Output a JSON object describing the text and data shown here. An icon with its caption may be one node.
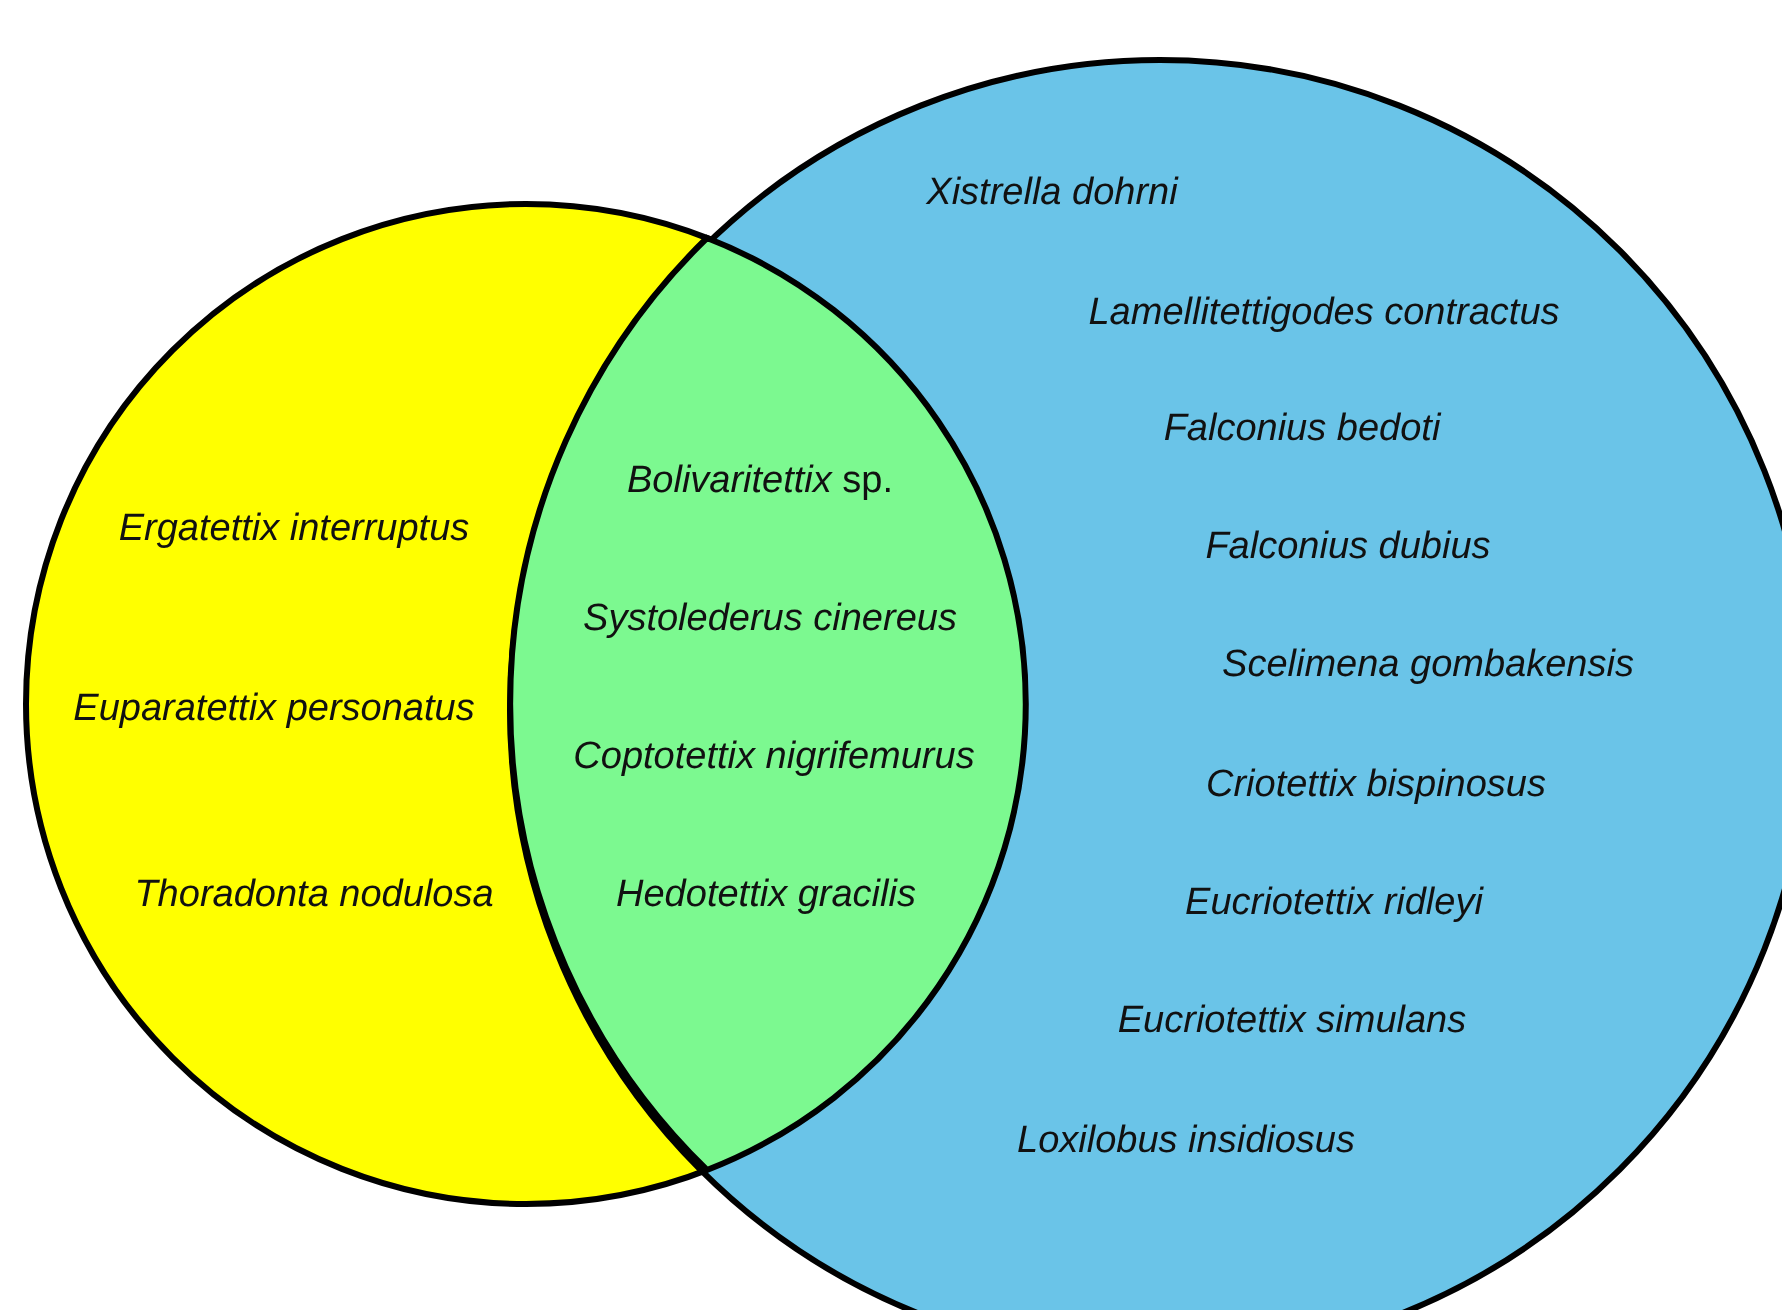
{
  "diagram": {
    "nodes": [
      {
        "text": [
          "Ergatettix interruptus",
          "Euparatettix personatus",
          "Thoradonta nodulosa"
        ]
      },
      {
        "text": [
          "Xistrella dohrni",
          "Lamellitettigodes contractus",
          "Falconius bedoti",
          "Falconius dubius",
          "Scelimena gombakensis",
          "Criotettix bispinosus",
          "Eucriotettix ridleyi",
          "Eucriotettix simulans",
          "Loxilobus insidiosus"
        ]
      },
      {
        "text": [
          "*Bolivaritettix* sp.",
          "Systolederus cinereus",
          "Coptotettix nigrifemurus",
          "Hedotettix gracilis"
        ]
      }
    ]
  }
}
